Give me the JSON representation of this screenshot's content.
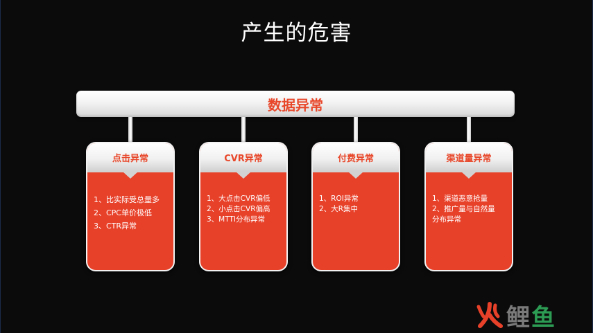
{
  "title": "产生的危害",
  "main_box": {
    "label": "数据异常"
  },
  "cards": [
    {
      "title": "点击异常",
      "items": [
        "1、比实际受总量多",
        "2、CPC单价极低",
        "3、CTR异常"
      ]
    },
    {
      "title": "CVR异常",
      "items": [
        "1、大点击CVR偏低",
        "2、小点击CVR偏高",
        "3、MTTI分布异常"
      ]
    },
    {
      "title": "付费异常",
      "items": [
        "1、ROI异常",
        "2、大R集中"
      ]
    },
    {
      "title": "渠道量异常",
      "items": [
        "1、渠道恶意抢量",
        "2、推广量与自然量",
        "分布异常"
      ]
    }
  ],
  "logo": {
    "char1": "鲤",
    "char2": "鱼"
  },
  "colors": {
    "accent": "#e8412a",
    "background": "#0b0b0b",
    "logo_green": "#2c9b53"
  }
}
